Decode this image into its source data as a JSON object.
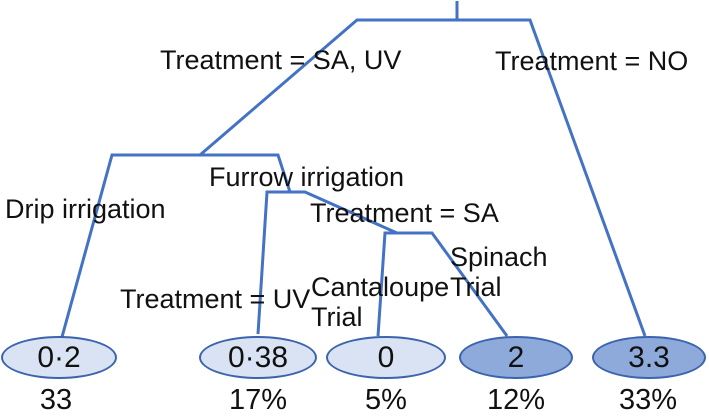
{
  "diagram": {
    "type": "decision-tree",
    "colors": {
      "edge_stroke": "#4472c4",
      "ellipse_stroke": "#3c64ae",
      "leaf_fill_light": "#dae3f3",
      "leaf_fill_dark": "#8eaadb",
      "text": "#111111",
      "background": "#ffffff"
    },
    "edge_labels": [
      {
        "id": "treatment-sa-uv",
        "text": "Treatment = SA, UV"
      },
      {
        "id": "treatment-no",
        "text": "Treatment = NO"
      },
      {
        "id": "furrow-irrigation",
        "text": "Furrow irrigation"
      },
      {
        "id": "drip-irrigation",
        "text": "Drip irrigation"
      },
      {
        "id": "treatment-sa",
        "text": "Treatment = SA"
      },
      {
        "id": "treatment-uv",
        "text": "Treatment = UV"
      },
      {
        "id": "cantaloupe-trial",
        "text": "Cantaloupe Trial"
      },
      {
        "id": "spinach-trial",
        "text": "Spinach Trial"
      }
    ],
    "leaves": [
      {
        "value": "0·2",
        "share": "33",
        "fill": "light"
      },
      {
        "value": "0·38",
        "share": "17%",
        "fill": "light"
      },
      {
        "value": "0",
        "share": "5%",
        "fill": "light"
      },
      {
        "value": "2",
        "share": "12%",
        "fill": "dark"
      },
      {
        "value": "3.3",
        "share": "33%",
        "fill": "dark"
      }
    ]
  }
}
